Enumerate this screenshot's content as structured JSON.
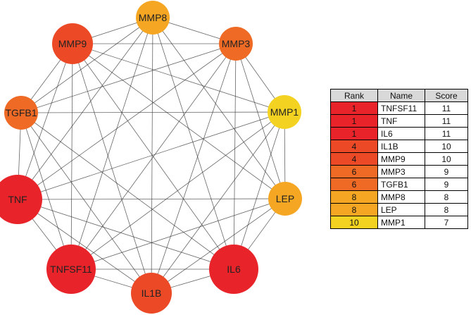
{
  "network": {
    "nodes": [
      {
        "id": "MMP8",
        "label": "MMP8",
        "color": "#f5a623",
        "size": "small"
      },
      {
        "id": "MMP3",
        "label": "MMP3",
        "color": "#ee6a25",
        "size": "small"
      },
      {
        "id": "MMP1",
        "label": "MMP1",
        "color": "#f4d222",
        "size": "small"
      },
      {
        "id": "LEP",
        "label": "LEP",
        "color": "#f5a623",
        "size": "small"
      },
      {
        "id": "IL6",
        "label": "IL6",
        "color": "#e8242a",
        "size": "large"
      },
      {
        "id": "IL1B",
        "label": "IL1B",
        "color": "#ec4a27",
        "size": "medium"
      },
      {
        "id": "TNFSF11",
        "label": "TNFSF11",
        "color": "#e8242a",
        "size": "large"
      },
      {
        "id": "TNF",
        "label": "TNF",
        "color": "#e8242a",
        "size": "large"
      },
      {
        "id": "TGFB1",
        "label": "TGFB1",
        "color": "#ee6a25",
        "size": "small"
      },
      {
        "id": "MMP9",
        "label": "MMP9",
        "color": "#ec4a27",
        "size": "medium"
      }
    ],
    "edges": [
      [
        "MMP8",
        "MMP3"
      ],
      [
        "MMP8",
        "LEP"
      ],
      [
        "MMP8",
        "IL6"
      ],
      [
        "MMP8",
        "IL1B"
      ],
      [
        "MMP8",
        "TNFSF11"
      ],
      [
        "MMP8",
        "TNF"
      ],
      [
        "MMP8",
        "TGFB1"
      ],
      [
        "MMP8",
        "MMP9"
      ],
      [
        "MMP3",
        "MMP1"
      ],
      [
        "MMP3",
        "LEP"
      ],
      [
        "MMP3",
        "IL6"
      ],
      [
        "MMP3",
        "IL1B"
      ],
      [
        "MMP3",
        "TNFSF11"
      ],
      [
        "MMP3",
        "TNF"
      ],
      [
        "MMP3",
        "TGFB1"
      ],
      [
        "MMP3",
        "MMP9"
      ],
      [
        "MMP1",
        "LEP"
      ],
      [
        "MMP1",
        "IL6"
      ],
      [
        "MMP1",
        "IL1B"
      ],
      [
        "MMP1",
        "TNFSF11"
      ],
      [
        "MMP1",
        "TNF"
      ],
      [
        "MMP1",
        "TGFB1"
      ],
      [
        "MMP1",
        "MMP9"
      ],
      [
        "LEP",
        "IL6"
      ],
      [
        "LEP",
        "IL1B"
      ],
      [
        "LEP",
        "TNFSF11"
      ],
      [
        "LEP",
        "TNF"
      ],
      [
        "LEP",
        "MMP9"
      ],
      [
        "IL6",
        "IL1B"
      ],
      [
        "IL6",
        "TNFSF11"
      ],
      [
        "IL6",
        "TNF"
      ],
      [
        "IL6",
        "TGFB1"
      ],
      [
        "IL6",
        "MMP9"
      ],
      [
        "IL1B",
        "TNFSF11"
      ],
      [
        "IL1B",
        "TNF"
      ],
      [
        "IL1B",
        "TGFB1"
      ],
      [
        "IL1B",
        "MMP9"
      ],
      [
        "TNFSF11",
        "TNF"
      ],
      [
        "TNFSF11",
        "TGFB1"
      ],
      [
        "TNFSF11",
        "MMP9"
      ],
      [
        "TNF",
        "TGFB1"
      ],
      [
        "TNF",
        "MMP9"
      ],
      [
        "TGFB1",
        "MMP9"
      ]
    ],
    "edge_color": "#333333"
  },
  "table": {
    "headers": {
      "rank": "Rank",
      "name": "Name",
      "score": "Score"
    },
    "header_color": "#d9d9d9",
    "rows": [
      {
        "rank": "1",
        "name": "TNFSF11",
        "score": "11",
        "color": "#e8242a"
      },
      {
        "rank": "1",
        "name": "TNF",
        "score": "11",
        "color": "#e8242a"
      },
      {
        "rank": "1",
        "name": "IL6",
        "score": "11",
        "color": "#e8242a"
      },
      {
        "rank": "4",
        "name": "IL1B",
        "score": "10",
        "color": "#ec4a27"
      },
      {
        "rank": "4",
        "name": "MMP9",
        "score": "10",
        "color": "#ec4a27"
      },
      {
        "rank": "6",
        "name": "MMP3",
        "score": "9",
        "color": "#ee6a25"
      },
      {
        "rank": "6",
        "name": "TGFB1",
        "score": "9",
        "color": "#ee6a25"
      },
      {
        "rank": "8",
        "name": "MMP8",
        "score": "8",
        "color": "#f5a623"
      },
      {
        "rank": "8",
        "name": "LEP",
        "score": "8",
        "color": "#f5a623"
      },
      {
        "rank": "10",
        "name": "MMP1",
        "score": "7",
        "color": "#f4d222"
      }
    ]
  }
}
